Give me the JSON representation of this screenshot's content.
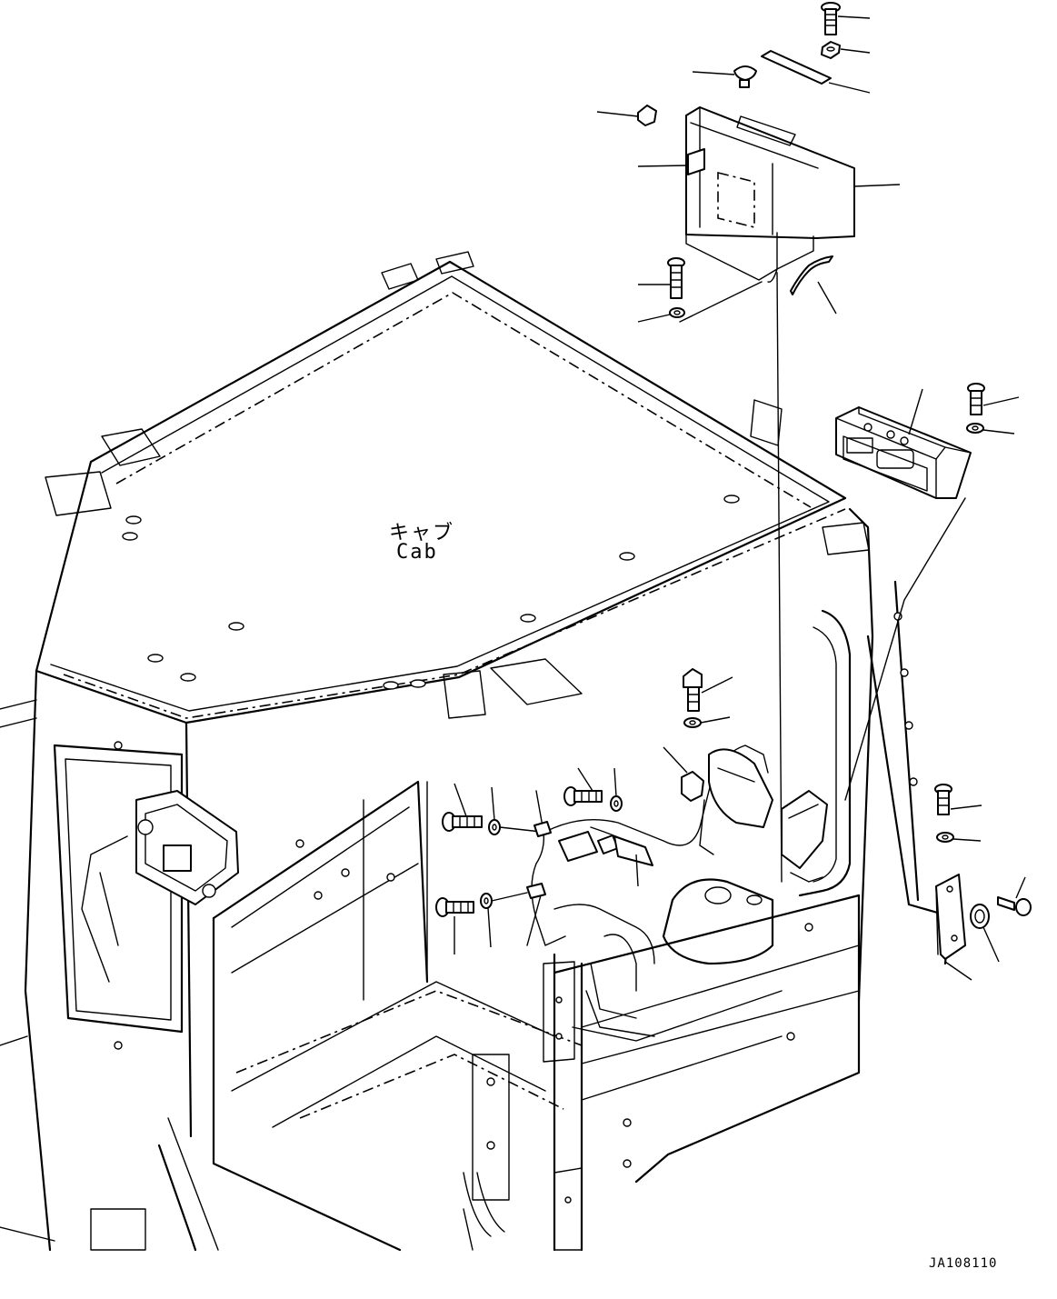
{
  "cab_label_jp": "キャブ",
  "cab_label_en": "Cab",
  "drawing_code": "JA108110",
  "colors": {
    "line": "#000000",
    "background": "#ffffff"
  }
}
